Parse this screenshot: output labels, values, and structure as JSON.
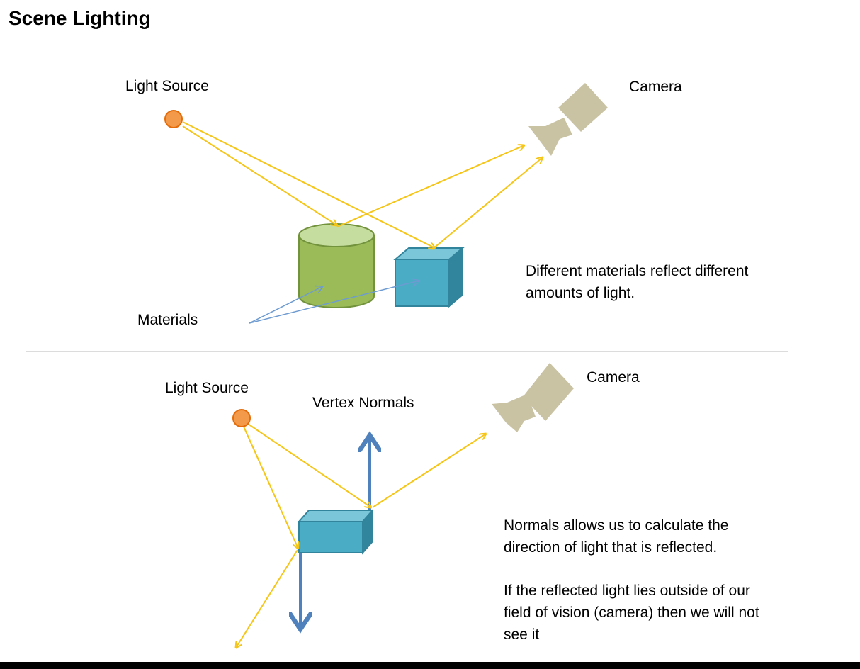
{
  "title": "Scene Lighting",
  "top": {
    "light_label": "Light Source",
    "camera_label": "Camera",
    "materials_label": "Materials",
    "description": [
      "Different materials reflect different",
      "amounts of light."
    ]
  },
  "bottom": {
    "light_label": "Light Source",
    "camera_label": "Camera",
    "normals_label": "Vertex Normals",
    "description1": [
      "Normals allows us to calculate the",
      "direction of light that is reflected."
    ],
    "description2": [
      "If the reflected light lies outside of our",
      "field of vision (camera) then we will not",
      "see it"
    ]
  },
  "colors": {
    "light_ray": "#F5C518",
    "light_source": "#F39A4A",
    "camera_body": "#C9C3A3",
    "cylinder": "#9BBB59",
    "cube": "#4BACC6",
    "normal_arrow": "#4F81BD",
    "pointer_arrow": "#6D9BD1"
  }
}
